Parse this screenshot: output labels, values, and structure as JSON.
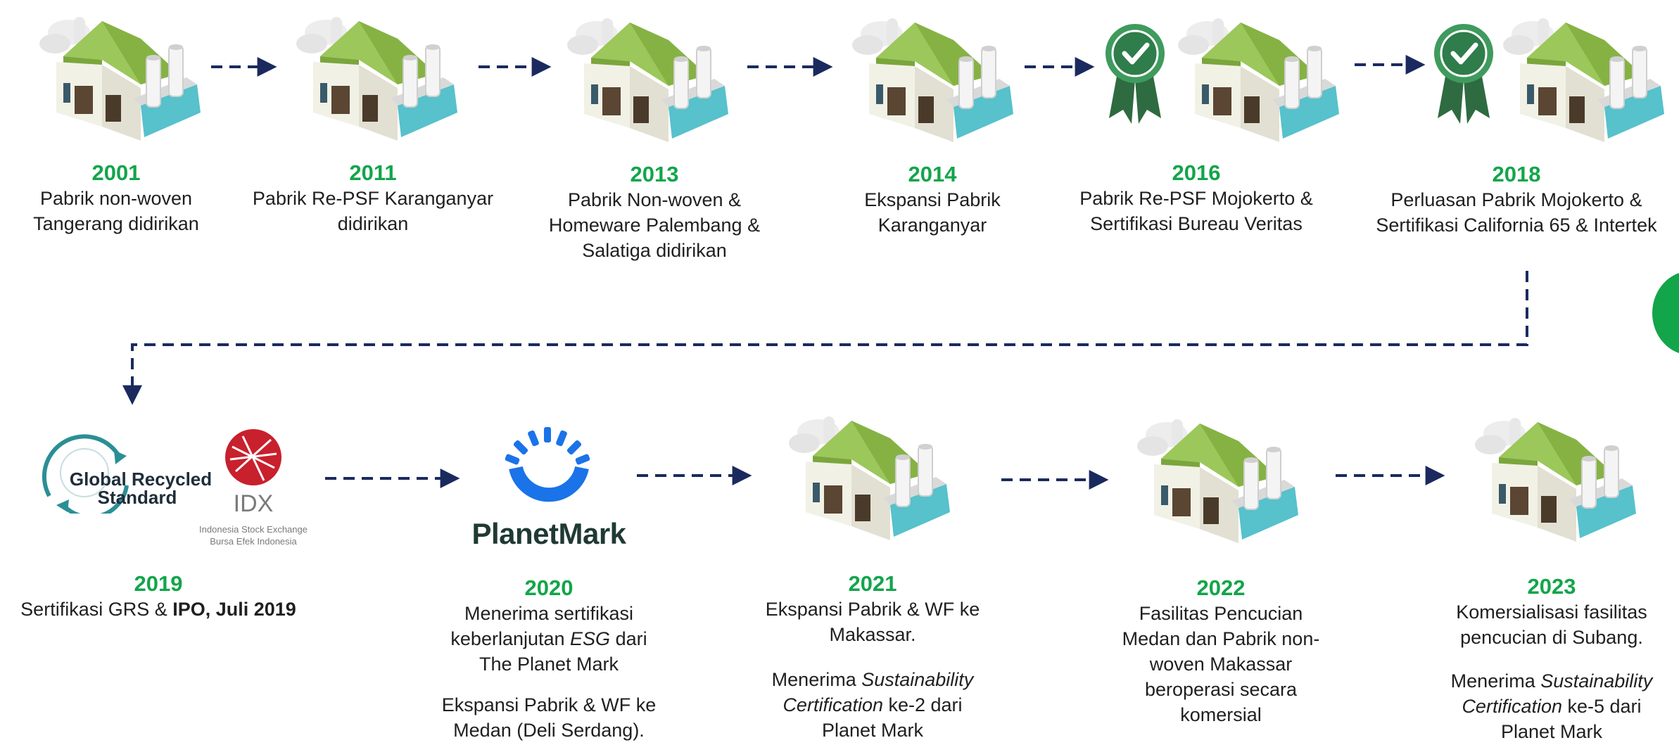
{
  "milestones": [
    {
      "year": "2001",
      "desc": [
        "Pabrik non-woven",
        "Tangerang didirikan"
      ]
    },
    {
      "year": "2011",
      "desc": [
        "Pabrik Re-PSF Karanganyar",
        "didirikan"
      ]
    },
    {
      "year": "2013",
      "desc": [
        "Pabrik Non-woven &",
        "Homeware Palembang &",
        "Salatiga didirikan"
      ]
    },
    {
      "year": "2014",
      "desc": [
        "Ekspansi Pabrik",
        "Karanganyar"
      ]
    },
    {
      "year": "2016",
      "desc": [
        "Pabrik Re-PSF Mojokerto &",
        "Sertifikasi Bureau Veritas"
      ]
    },
    {
      "year": "2018",
      "desc": [
        "Perluasan Pabrik Mojokerto &",
        "Sertifikasi California 65 & Intertek"
      ]
    },
    {
      "year": "2019",
      "desc_plain": "Sertifikasi GRS & ",
      "desc_bold": "IPO, Juli 2019"
    },
    {
      "year": "2020",
      "p1_a": "Menerima sertifikasi",
      "p1_b": "keberlanjutan ",
      "p1_i": "ESG",
      "p1_c": " dari",
      "p1_d": "The Planet Mark",
      "p2": [
        "Ekspansi Pabrik & WF ke",
        "Medan (Deli Serdang)."
      ]
    },
    {
      "year": "2021",
      "p1": [
        "Ekspansi Pabrik & WF ke",
        "Makassar."
      ],
      "p2_a": "Menerima ",
      "p2_i1": "Sustainability",
      "p2_i2": "Certification",
      "p2_b": " ke-2 dari",
      "p2_c": "Planet Mark"
    },
    {
      "year": "2022",
      "desc": [
        "Fasilitas Pencucian",
        "Medan dan Pabrik non-",
        "woven Makassar",
        "beroperasi secara",
        "komersial"
      ]
    },
    {
      "year": "2023",
      "p1": [
        "Komersialisasi fasilitas",
        "pencucian di Subang."
      ],
      "p2_a": "Menerima ",
      "p2_i1": "Sustainability",
      "p2_i2": "Certification",
      "p2_b": " ke-5 dari",
      "p2_c": "Planet Mark"
    }
  ],
  "logos": {
    "grs": [
      "Global Recycled",
      "Standard"
    ],
    "idx": {
      "name": "IDX",
      "line1": "Indonesia Stock Exchange",
      "line2": "Bursa Efek Indonesia"
    },
    "planetmark": "PlanetMark"
  },
  "colors": {
    "year": "#12a54a",
    "connector": "#1b2a5e",
    "roof": "#9cc75a",
    "wall": "#f2f1e6",
    "base": "#57c1cc",
    "badge": "#2e7d4a",
    "planetmark_blue": "#1a73e8",
    "idx_red": "#c8202d"
  },
  "icons": [
    "factory-icon",
    "certification-badge-icon",
    "dashed-arrow-icon"
  ]
}
